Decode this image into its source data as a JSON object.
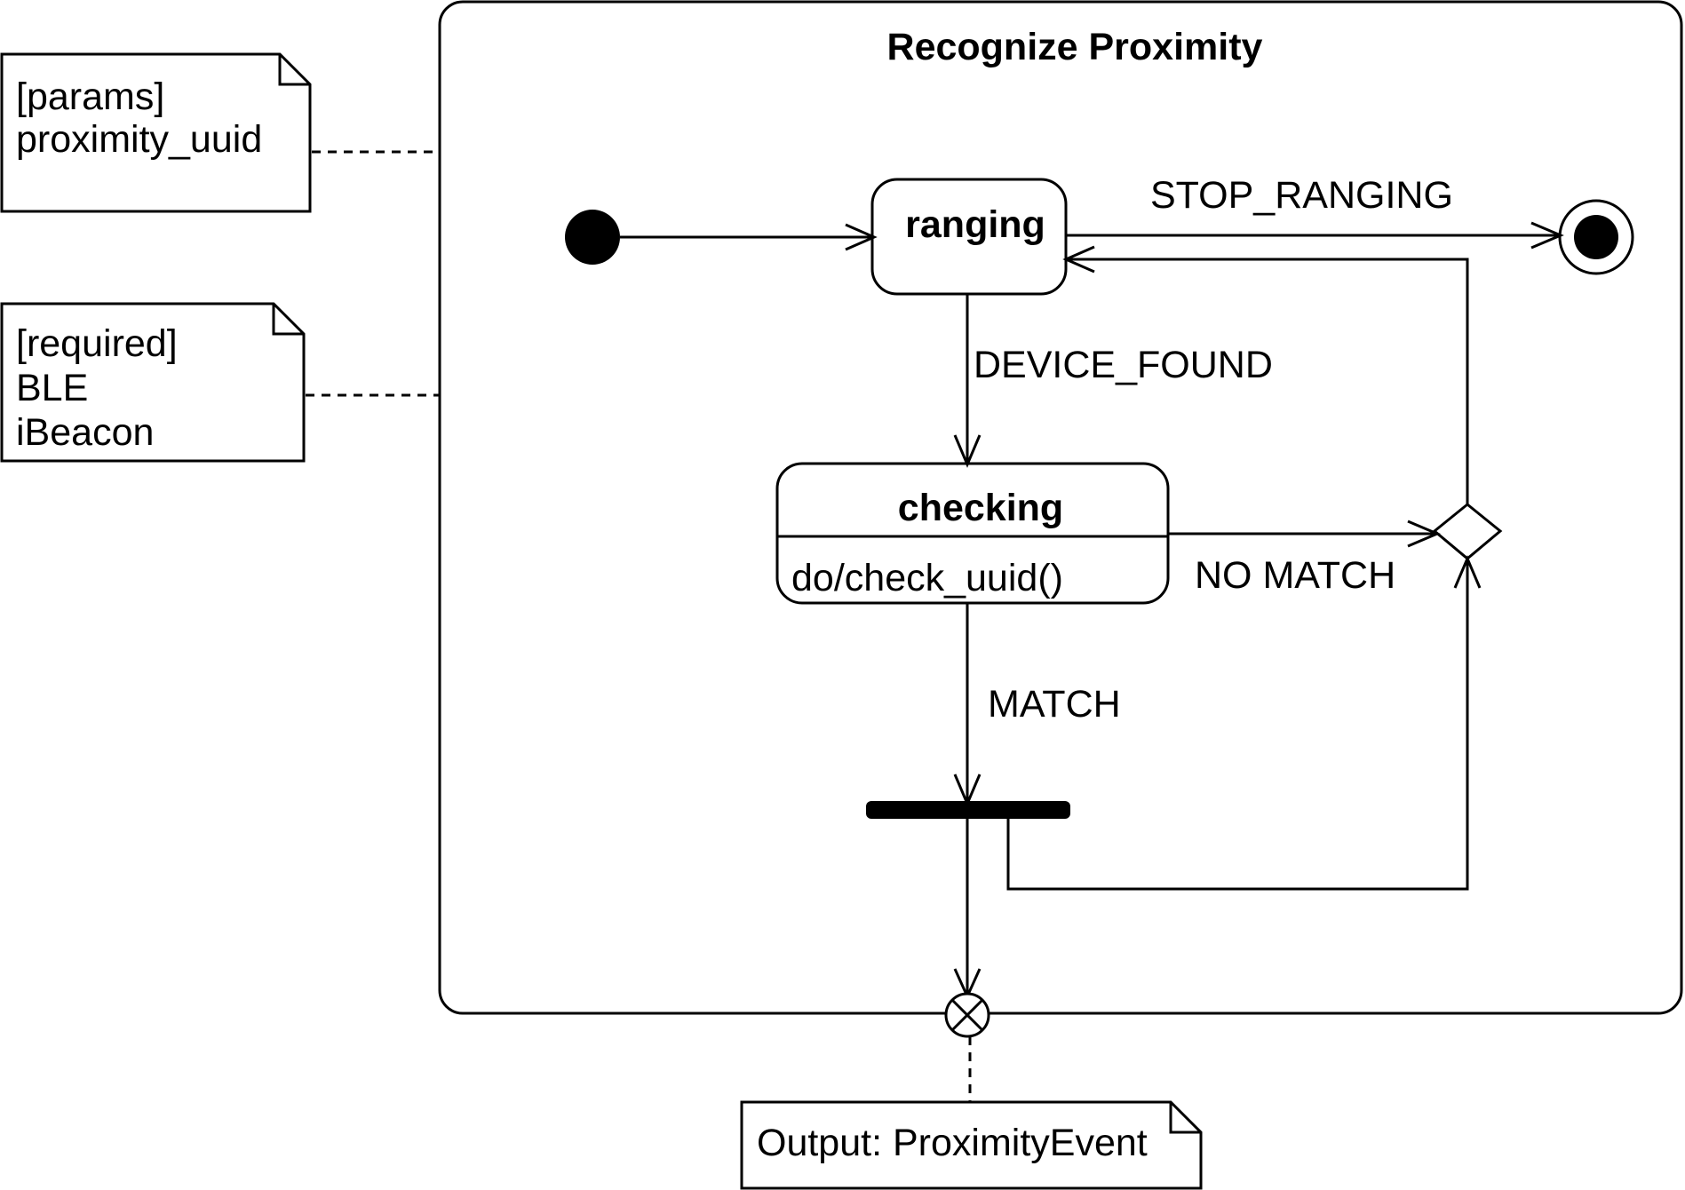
{
  "diagram": {
    "container_title": "Recognize Proximity",
    "notes": {
      "params": {
        "lines": [
          "[params]",
          "proximity_uuid"
        ]
      },
      "required": {
        "lines": [
          "[required]",
          "BLE",
          "iBeacon"
        ]
      },
      "output": {
        "lines": [
          "Output: ProximityEvent"
        ]
      }
    },
    "states": {
      "ranging": {
        "name": "ranging"
      },
      "checking": {
        "name": "checking",
        "activity": "do/check_uuid()"
      }
    },
    "transitions": {
      "stop_ranging": "STOP_RANGING",
      "device_found": "DEVICE_FOUND",
      "no_match": "NO MATCH",
      "match": "MATCH"
    }
  }
}
